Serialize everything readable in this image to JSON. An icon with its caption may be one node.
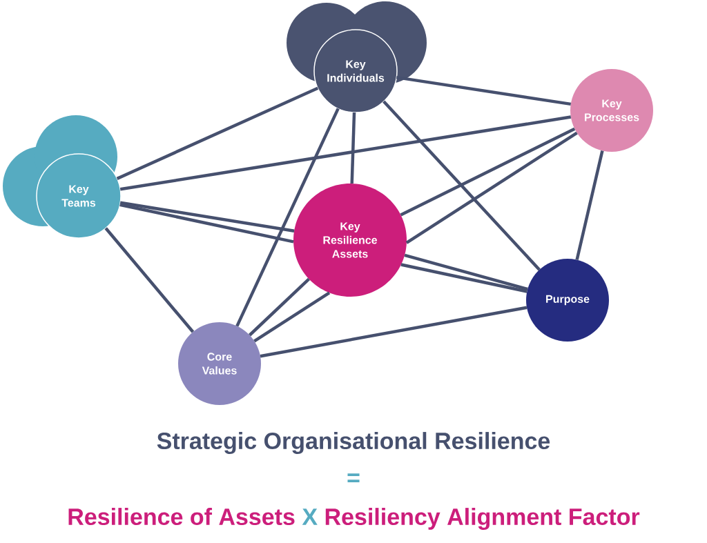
{
  "diagram": {
    "nodes": [
      {
        "text": [
          "Key Individuals"
        ]
      },
      {
        "text": [
          "Key Processes"
        ]
      },
      {
        "text": [
          "Key Teams"
        ]
      },
      {
        "text": [
          "Key Resilience Assets"
        ]
      },
      {
        "text": [
          "Purpose"
        ]
      },
      {
        "text": [
          "Core Values"
        ]
      }
    ],
    "edges": [
      {
        "from": 0,
        "to": 2,
        "arrow": "none"
      },
      {
        "from": 0,
        "to": 1,
        "arrow": "none"
      },
      {
        "from": 0,
        "to": 3,
        "arrow": "none"
      },
      {
        "from": 0,
        "to": 5,
        "arrow": "none"
      },
      {
        "from": 0,
        "to": 4,
        "arrow": "none"
      },
      {
        "from": 2,
        "to": 1,
        "arrow": "none"
      },
      {
        "from": 2,
        "to": 3,
        "arrow": "none"
      },
      {
        "from": 2,
        "to": 3,
        "arrow": "none"
      },
      {
        "from": 2,
        "to": 5,
        "arrow": "none"
      },
      {
        "from": 1,
        "to": 3,
        "arrow": "none"
      },
      {
        "from": 1,
        "to": 3,
        "arrow": "none"
      },
      {
        "from": 1,
        "to": 4,
        "arrow": "none"
      },
      {
        "from": 3,
        "to": 4,
        "arrow": "none"
      },
      {
        "from": 3,
        "to": 4,
        "arrow": "none"
      },
      {
        "from": 3,
        "to": 5,
        "arrow": "none"
      },
      {
        "from": 3,
        "to": 5,
        "arrow": "none"
      },
      {
        "from": 5,
        "to": 4,
        "arrow": "none"
      }
    ],
    "labels": [
      "Strategic Organisational Resilience",
      "=",
      "Resilience of Assets",
      "X",
      "Resiliency Alignment Factor"
    ]
  }
}
